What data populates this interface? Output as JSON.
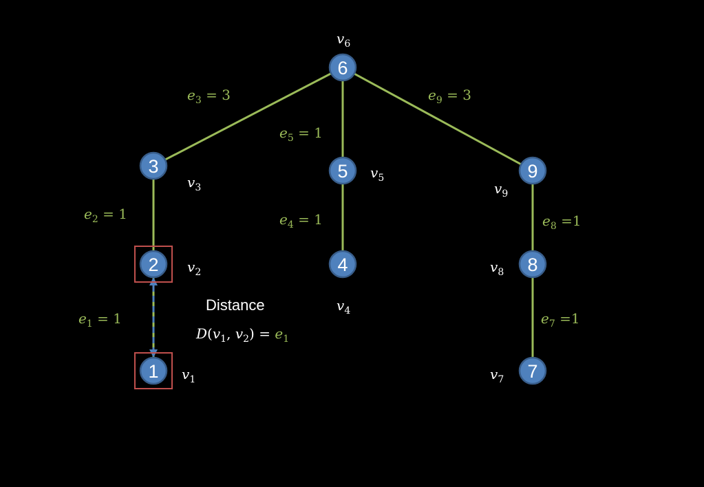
{
  "colors": {
    "background": "#000000",
    "edge": "#9bbb59",
    "node_fill": "#4f81bd",
    "node_stroke": "#385d8a",
    "highlight_box": "#c0504d",
    "label_text": "#ffffff",
    "edge_label": "#9bbb59",
    "arrow": "#4f81bd"
  },
  "nodes": [
    {
      "id": "1",
      "label": "1",
      "vertex": "v",
      "sub": "1"
    },
    {
      "id": "2",
      "label": "2",
      "vertex": "v",
      "sub": "2"
    },
    {
      "id": "3",
      "label": "3",
      "vertex": "v",
      "sub": "3"
    },
    {
      "id": "4",
      "label": "4",
      "vertex": "v",
      "sub": "4"
    },
    {
      "id": "5",
      "label": "5",
      "vertex": "v",
      "sub": "5"
    },
    {
      "id": "6",
      "label": "6",
      "vertex": "v",
      "sub": "6"
    },
    {
      "id": "7",
      "label": "7",
      "vertex": "v",
      "sub": "7"
    },
    {
      "id": "8",
      "label": "8",
      "vertex": "v",
      "sub": "8"
    },
    {
      "id": "9",
      "label": "9",
      "vertex": "v",
      "sub": "9"
    }
  ],
  "edges": [
    {
      "id": "e1",
      "from": "1",
      "to": "2",
      "sym": "e",
      "sub": "1",
      "eq": " = 1"
    },
    {
      "id": "e2",
      "from": "2",
      "to": "3",
      "sym": "e",
      "sub": "2",
      "eq": " = 1"
    },
    {
      "id": "e3",
      "from": "3",
      "to": "6",
      "sym": "e",
      "sub": "3",
      "eq": " = 3"
    },
    {
      "id": "e4",
      "from": "4",
      "to": "5",
      "sym": "e",
      "sub": "4",
      "eq": " = 1"
    },
    {
      "id": "e5",
      "from": "5",
      "to": "6",
      "sym": "e",
      "sub": "5",
      "eq": " = 1"
    },
    {
      "id": "e7",
      "from": "7",
      "to": "8",
      "sym": "e",
      "sub": "7",
      "eq": " =1"
    },
    {
      "id": "e8",
      "from": "8",
      "to": "9",
      "sym": "e",
      "sub": "8",
      "eq": " =1"
    },
    {
      "id": "e9",
      "from": "9",
      "to": "6",
      "sym": "e",
      "sub": "9",
      "eq": " = 3"
    }
  ],
  "highlighted_nodes": [
    "1",
    "2"
  ],
  "distance": {
    "title": "Distance",
    "formula_prefix": "D",
    "args": [
      "v",
      "1",
      "v",
      "2"
    ],
    "equals": " = ",
    "result_sym": "e",
    "result_sub": "1"
  }
}
